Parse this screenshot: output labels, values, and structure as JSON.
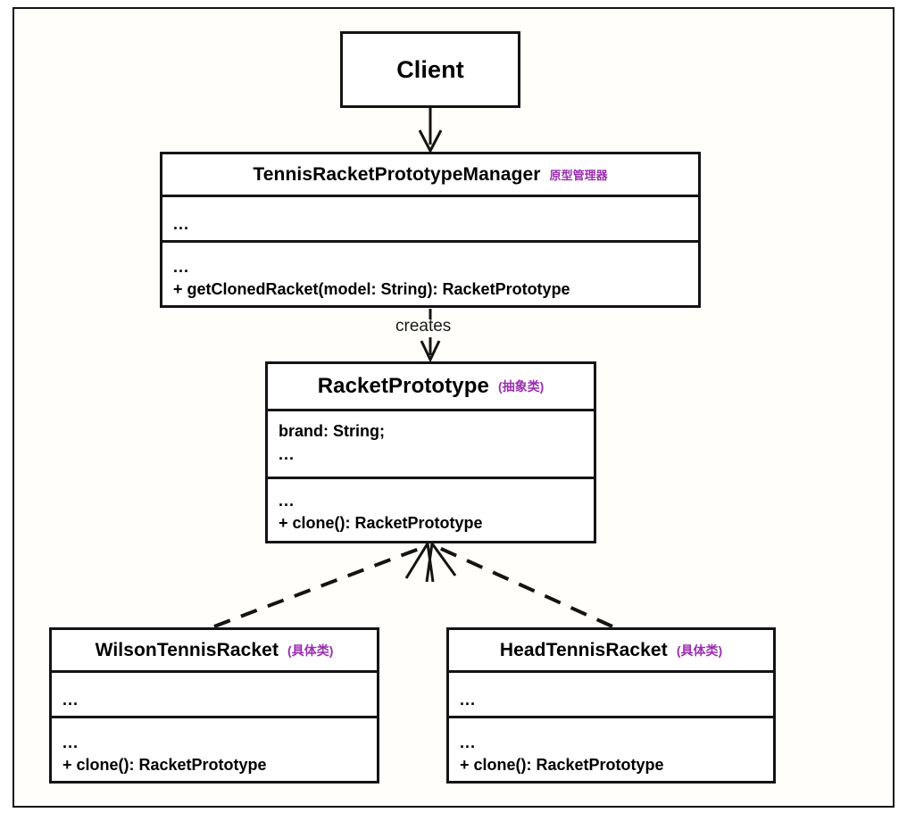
{
  "diagram": {
    "type": "uml-class-diagram",
    "title": "Prototype Pattern - Tennis Racket",
    "accent_color": "#9a2fae",
    "line_color": "#141414",
    "background": "#fffefa"
  },
  "classes": {
    "client": {
      "name": "Client",
      "note": "",
      "attributes": [],
      "methods": []
    },
    "manager": {
      "name": "TennisRacketPrototypeManager",
      "note": "原型管理器",
      "attributes": [
        "..."
      ],
      "methods": [
        "...",
        "+ getClonedRacket(model: String): RacketPrototype"
      ]
    },
    "prototype": {
      "name": "RacketPrototype",
      "note": "(抽象类)",
      "attributes": [
        "brand: String;",
        "..."
      ],
      "methods": [
        "...",
        "+ clone(): RacketPrototype"
      ]
    },
    "wilson": {
      "name": "WilsonTennisRacket",
      "note": "(具体类)",
      "attributes": [
        "..."
      ],
      "methods": [
        "...",
        "+ clone(): RacketPrototype"
      ]
    },
    "head": {
      "name": "HeadTennisRacket",
      "note": "(具体类)",
      "attributes": [
        "..."
      ],
      "methods": [
        "...",
        "+ clone(): RacketPrototype"
      ]
    }
  },
  "edges": {
    "client_to_manager": {
      "label": "",
      "style": "solid",
      "arrow": "open"
    },
    "manager_to_prototype": {
      "label": "creates",
      "style": "solid",
      "arrow": "open"
    },
    "wilson_to_prototype": {
      "label": "",
      "style": "dashed",
      "arrow": "open"
    },
    "head_to_prototype": {
      "label": "",
      "style": "dashed",
      "arrow": "open"
    }
  }
}
